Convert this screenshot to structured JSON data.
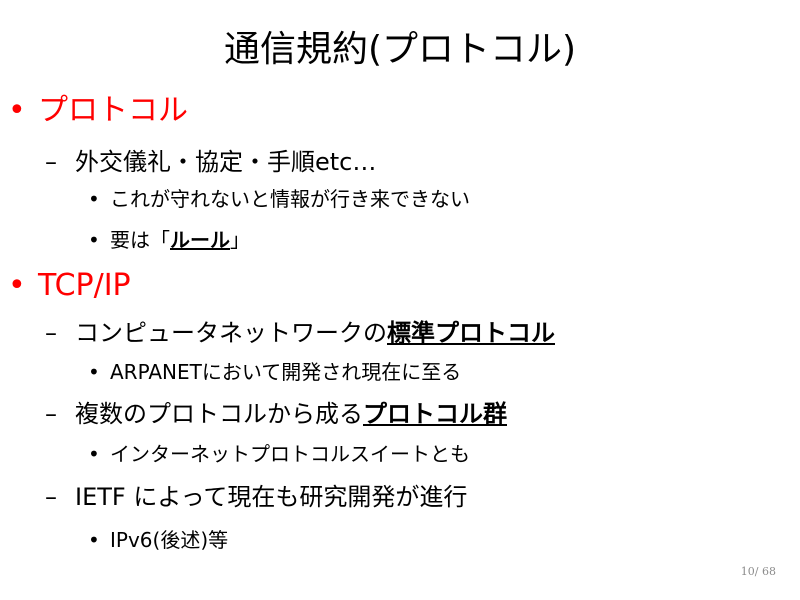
{
  "slide": {
    "title": "通信規約(プロトコル)",
    "page": "10/ 68",
    "items": [
      {
        "text": "プロトコル"
      },
      {
        "text": "外交儀礼・協定・手順etc…"
      },
      {
        "text": "これが守れないと情報が行き来できない"
      },
      {
        "prefix": "要は「",
        "emph": "ルール",
        "suffix": "」"
      },
      {
        "text": "TCP/IP"
      },
      {
        "prefix": "コンピュータネットワークの",
        "emph": "標準プロトコル"
      },
      {
        "text": "ARPANETにおいて開発され現在に至る"
      },
      {
        "prefix": "複数のプロトコルから成る",
        "emph": "プロトコル群"
      },
      {
        "text": "インターネットプロトコルスイートとも"
      },
      {
        "text": "IETF によって現在も研究開発が進行"
      },
      {
        "text": "IPv6(後述)等"
      }
    ]
  }
}
